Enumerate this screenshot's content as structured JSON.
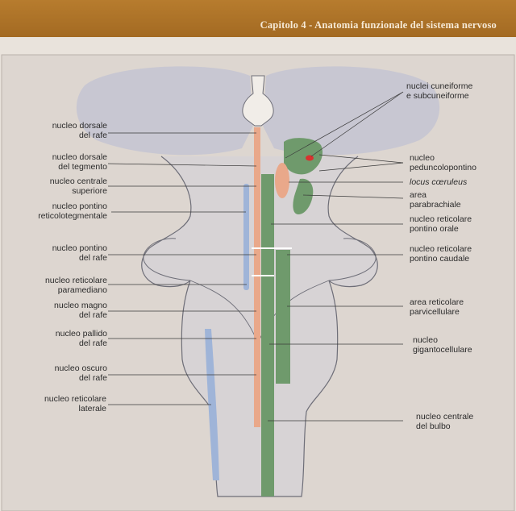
{
  "header": {
    "title": "Capitolo 4 - Anatomia funzionale del sistema nervoso"
  },
  "labels_left": [
    {
      "id": "dorsale-rafe",
      "line1": "nucleo dorsale",
      "line2": "del rafe"
    },
    {
      "id": "dorsale-tegmento",
      "line1": "nucleo dorsale",
      "line2": "del tegmento"
    },
    {
      "id": "centrale-superiore",
      "line1": "nucleo centrale",
      "line2": "superiore"
    },
    {
      "id": "pontino-reticolotegmentale",
      "line1": "nucleo pontino",
      "line2": "reticolotegmentale"
    },
    {
      "id": "pontino-rafe",
      "line1": "nucleo pontino",
      "line2": "del rafe"
    },
    {
      "id": "reticolare-paramediano",
      "line1": "nucleo reticolare",
      "line2": "paramediano"
    },
    {
      "id": "magno-rafe",
      "line1": "nucleo magno",
      "line2": "del rafe"
    },
    {
      "id": "pallido-rafe",
      "line1": "nucleo pallido",
      "line2": "del rafe"
    },
    {
      "id": "oscuro-rafe",
      "line1": "nucleo oscuro",
      "line2": "del rafe"
    },
    {
      "id": "reticolare-laterale",
      "line1": "nucleo reticolare",
      "line2": "laterale"
    }
  ],
  "labels_right": [
    {
      "id": "cuneiforme",
      "line1": "nuclei cuneiforme",
      "line2": "e subcuneiforme"
    },
    {
      "id": "peduncolopontino",
      "line1": "nucleo",
      "line2": "peduncolopontino"
    },
    {
      "id": "locus-coeruleus",
      "line1": "locus cœruleus",
      "line2": ""
    },
    {
      "id": "parabrachiale",
      "line1": "area",
      "line2": "parabrachiale"
    },
    {
      "id": "pontino-orale",
      "line1": "nucleo reticolare",
      "line2": "pontino orale"
    },
    {
      "id": "pontino-caudale",
      "line1": "nucleo reticolare",
      "line2": "pontino caudale"
    },
    {
      "id": "parvicellulare",
      "line1": "area reticolare",
      "line2": "parvicellulare"
    },
    {
      "id": "gigantocellulare",
      "line1": "nucleo",
      "line2": "gigantocellulare"
    },
    {
      "id": "centrale-bulbo",
      "line1": "nucleo centrale",
      "line2": "del bulbo"
    }
  ],
  "colors": {
    "header": "#a36a22",
    "background": "#e9e3dc",
    "midbrain": "#c4c4d2",
    "outline": "#6e6e78",
    "raphe": "#e9a88a",
    "reticular": "#6f9a6c",
    "lateral": "#9fb4d8",
    "locus": "#d8332f"
  }
}
